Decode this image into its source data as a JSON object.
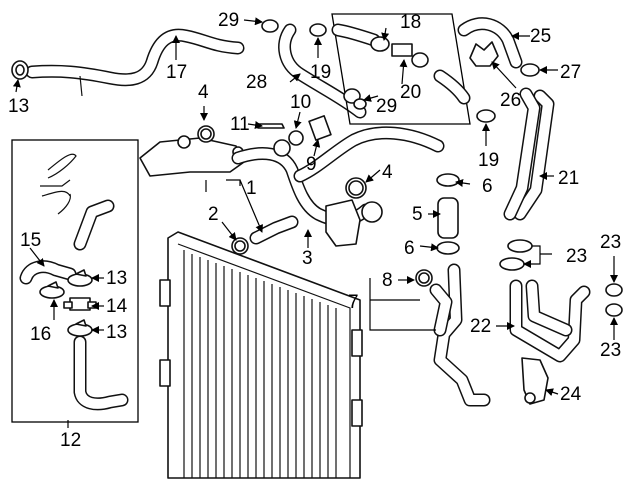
{
  "callouts": {
    "c1": "1",
    "c2": "2",
    "c3": "3",
    "c4a": "4",
    "c4b": "4",
    "c5": "5",
    "c6a": "6",
    "c6b": "6",
    "c7": "7",
    "c8": "8",
    "c9": "9",
    "c10": "10",
    "c11": "11",
    "c12": "12",
    "c13a": "13",
    "c13b": "13",
    "c13c": "13",
    "c14": "14",
    "c15": "15",
    "c16": "16",
    "c17": "17",
    "c18": "18",
    "c19a": "19",
    "c19b": "19",
    "c20": "20",
    "c21": "21",
    "c22": "22",
    "c23a": "23",
    "c23b": "23",
    "c23c": "23",
    "c24": "24",
    "c25": "25",
    "c26": "26",
    "c27": "27",
    "c28": "28",
    "c29a": "29",
    "c29b": "29"
  }
}
